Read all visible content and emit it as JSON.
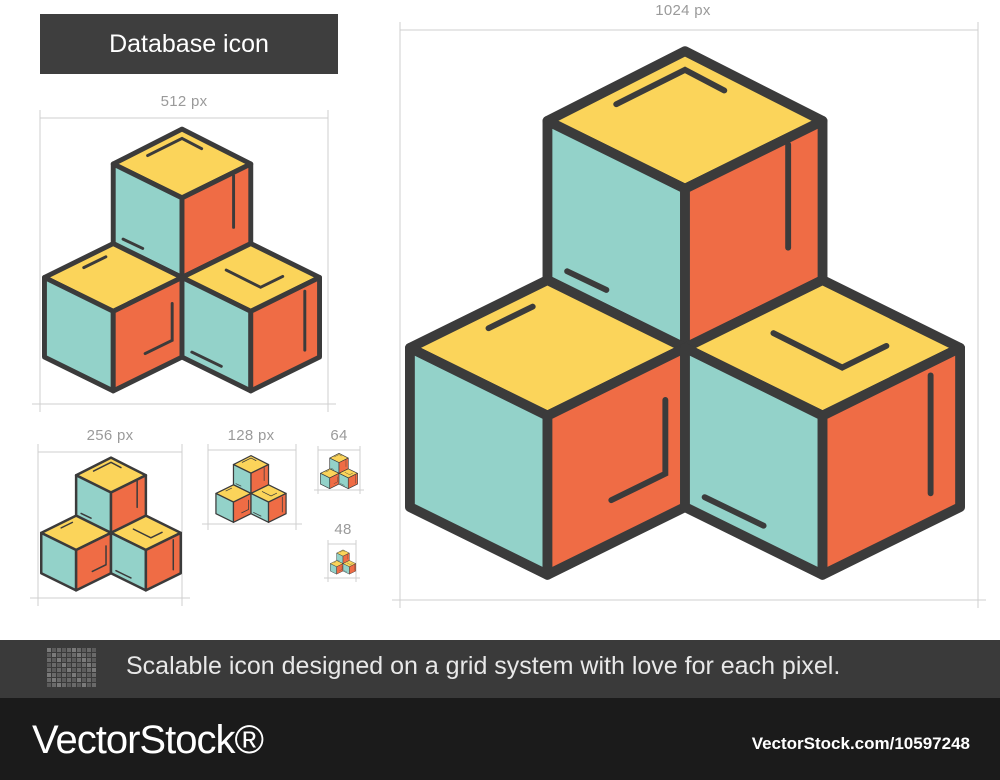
{
  "title": "Database icon",
  "size_labels": {
    "s1024": "1024 px",
    "s512": "512 px",
    "s256": "256 px",
    "s128": "128 px",
    "s64": "64",
    "s48": "48"
  },
  "footer": {
    "text": "Scalable icon designed on a grid system with love for each pixel."
  },
  "watermark": {
    "logo": "VectorStock®",
    "image_id": "VectorStock.com/10597248"
  },
  "colors": {
    "outline": "#3b3b3b",
    "top_face": "#fbd45a",
    "left_face": "#93d2c9",
    "right_face": "#ef6c45",
    "guide": "#cccccc",
    "title_bg": "#3e3e3e",
    "footer_bg": "#3a3a3a",
    "watermark_bg": "#1b1b1b"
  },
  "icons": [
    "cubes-icon"
  ]
}
